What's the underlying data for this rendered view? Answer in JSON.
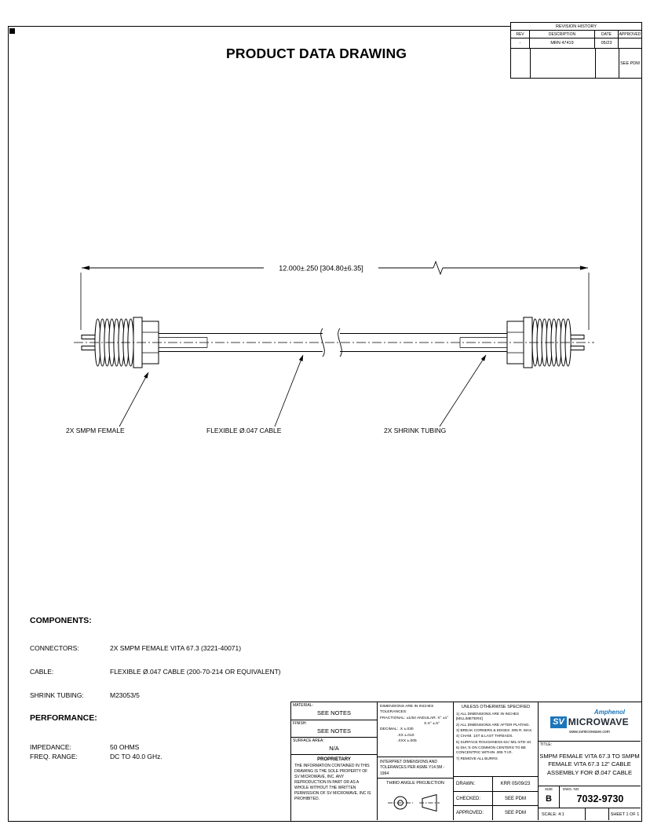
{
  "colors": {
    "logo_blue": "#1b75bb",
    "ink": "#000000"
  },
  "page_title": "PRODUCT DATA DRAWING",
  "revision_table": {
    "title": "REVISION HISTORY",
    "headers": [
      "REV",
      "DESCRIPTION",
      "DATE",
      "APPROVED"
    ],
    "row": {
      "rev": "-",
      "description": "MRN 47419",
      "date": "05/23"
    },
    "approved_note": "SEE PDM"
  },
  "drawing": {
    "dimension_label": "12.000±.250 [304.80±6.35]",
    "labels": {
      "smpm": "2X SMPM FEMALE",
      "cable": "FLEXIBLE Ø.047 CABLE",
      "shrink": "2X SHRINK TUBING"
    }
  },
  "components": {
    "heading": "COMPONENTS:",
    "rows": [
      {
        "label": "CONNECTORS:",
        "value": "2X SMPM FEMALE VITA 67.3 (3221-40071)"
      },
      {
        "label": "CABLE:",
        "value": "FLEXIBLE Ø.047 CABLE (200-70-214 OR EQUIVALENT)"
      },
      {
        "label": "SHRINK TUBING:",
        "value": "M23053/5"
      }
    ]
  },
  "performance": {
    "heading": "PERFORMANCE:",
    "rows": [
      {
        "label": "IMPEDANCE:",
        "value": "50 OHMS"
      },
      {
        "label": "FREQ. RANGE:",
        "value": "DC TO 40.0 GHz."
      }
    ]
  },
  "title_block": {
    "material_label": "MATERIAL:",
    "material_value": "SEE NOTES",
    "finish_label": "FINISH:",
    "finish_value": "SEE NOTES",
    "surface_label": "SURFACE AREA:",
    "surface_value": "N/A",
    "proprietary_title": "PROPRIETARY",
    "proprietary_text": "THE INFORMATION CONTAINED IN THIS DRAWING IS THE SOLE PROPERTY OF SV MICROWAVE, INC. ANY REPRODUCTION IN PART OR AS A WHOLE WITHOUT THE WRITTEN PERMISSION OF SV MICROWAVE, INC IS PROHIBITED.",
    "tol_lines": [
      "DIMENSIONS ARE IN INCHES TOLERANCES:",
      "FRACTIONAL:  ±1/64    ANGULAR: X°  ±1°",
      "X.X°  ±.5°",
      "DECIMAL:   .X    ±.030",
      ".XX   ±.010",
      ".XXX  ±.005"
    ],
    "interpret_text": "INTERPRET DIMENSIONS AND TOLERANCES PER ASME Y14.5M - 1994",
    "projection_label": "THIRD ANGLE PROJECTION",
    "unless_header": "UNLESS OTHERWISE SPECIFIED",
    "unless_notes": [
      "1) ALL DIMENSIONS ARE IN INCHES [MILLIMETERS]",
      "2) ALL DIMENSIONS ARE AFTER PLATING.",
      "3) BREAK CORNERS & EDGES .005 R. MAX.",
      "4) CHAM. 1ST & LAST THREADS.",
      "5) SURFACE ROUGHNESS 63√  MIL-STD-10.",
      "6) DIA.'S ON COMMON CENTERS TO BE CONCENTRIC WITHIN .005 T.I.R.",
      "7) REMOVE ALL BURRS"
    ],
    "drawn_label": "DRAWN:",
    "drawn_value": "KRR 05/09/23",
    "checked_label": "CHECKED:",
    "checked_value": "SEE PDM",
    "approved_label": "APPROVED:",
    "approved_value": "SEE PDM",
    "brand_amphenol": "Amphenol",
    "brand_sv": "SV",
    "brand_microwave": "MICROWAVE",
    "website": "www.svmicrowave.com",
    "title_label": "TITLE:",
    "title_lines": [
      "SMPM FEMALE VITA 67.3 TO SMPM",
      "FEMALE VITA 67.3 12\" CABLE",
      "ASSEMBLY FOR Ø.047 CABLE"
    ],
    "size_label": "SIZE",
    "size_value": "B",
    "dwg_label": "DWG.  NO.",
    "dwg_value": "7032-9730",
    "scale_text": "SCALE: 4:1",
    "sheet_text": "SHEET 1 OF 1"
  }
}
